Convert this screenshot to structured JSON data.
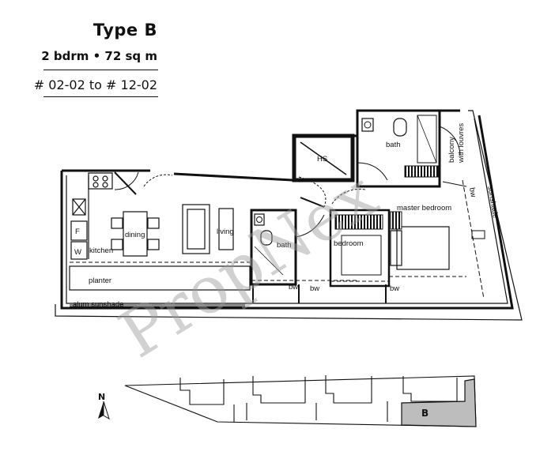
{
  "header": {
    "type_label": "Type B",
    "spec_label": "2 bdrm  •  72 sq m",
    "units_label": "# 02-02 to # 12-02"
  },
  "rooms": {
    "hs": "HS",
    "bath_top": "bath",
    "balcony_line1": "balcony",
    "balcony_line2": "with louvres",
    "bw_right": "bw",
    "sunshade": "sunshade",
    "master_bedroom": "master bedroom",
    "dining": "dining",
    "living": "living",
    "fridge": "F",
    "washer": "W",
    "kitchen": "kitchen",
    "bath_mid": "bath",
    "bedroom": "bedroom",
    "bw1": "bw",
    "bw2": "bw",
    "bw3": "bw",
    "planter": "planter",
    "alum_sunshade": "alum sunshade"
  },
  "keyplan": {
    "north": "N",
    "unit_marker": "B"
  },
  "watermark": "PropNex",
  "colors": {
    "line": "#111111",
    "unit_highlight": "#bdbdbd",
    "watermark": "#9a9a9a"
  }
}
